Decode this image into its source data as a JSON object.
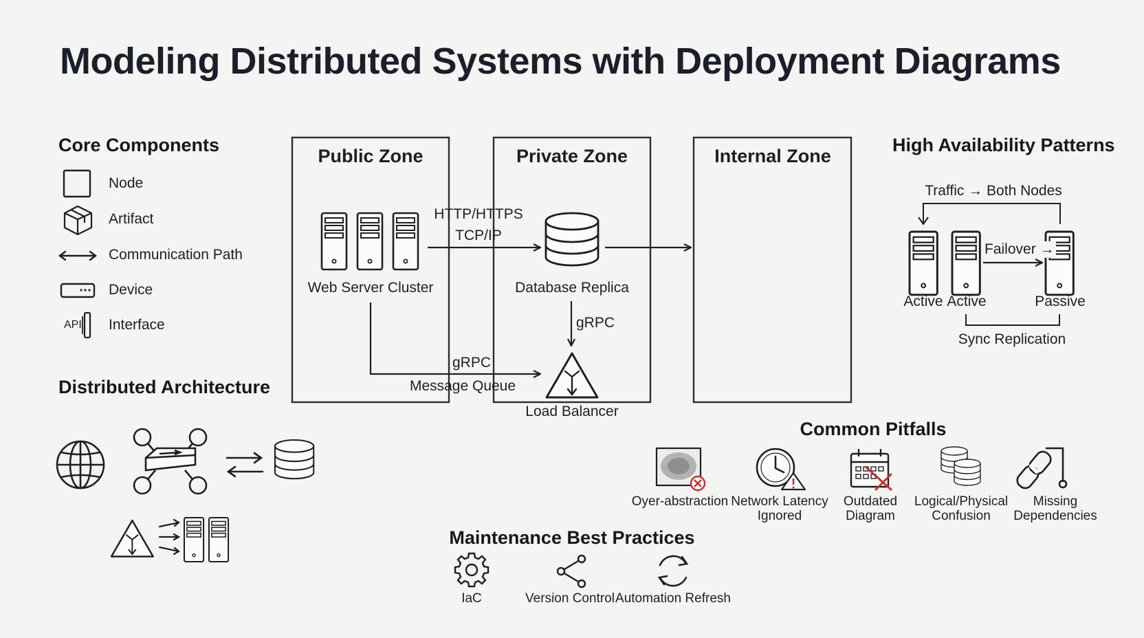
{
  "title": "Modeling Distributed Systems with Deployment Diagrams",
  "core_components": {
    "heading": "Core Components",
    "items": [
      {
        "label": "Node",
        "icon": "node-box-icon"
      },
      {
        "label": "Artifact",
        "icon": "artifact-cube-icon"
      },
      {
        "label": "Communication Path",
        "icon": "double-arrow-icon"
      },
      {
        "label": "Device",
        "icon": "device-icon"
      },
      {
        "label": "Interface",
        "icon": "interface-icon",
        "icon_text": "API"
      }
    ]
  },
  "distributed_architecture": {
    "heading": "Distributed Architecture",
    "icons": [
      "globe-icon",
      "network-switch-icon",
      "exchange-arrows-icon",
      "database-icon",
      "load-balancer-icon",
      "server-pair-icon"
    ]
  },
  "zones": {
    "public": "Public Zone",
    "private": "Private Zone",
    "internal": "Internal Zone"
  },
  "deployment": {
    "web_cluster": "Web Server Cluster",
    "database": "Database Replica",
    "load_balancer": "Load Balancer",
    "http_label": "HTTP/HTTPS",
    "tcp_label": "TCP/IP",
    "grpc_db_lb": "gRPC",
    "grpc_queue": "gRPC",
    "message_queue": "Message Queue"
  },
  "high_availability": {
    "heading": "High Availability Patterns",
    "traffic": "Traffic → Both Nodes",
    "failover": "Failover →",
    "nodes": [
      "Active",
      "Active",
      "Passive"
    ],
    "sync": "Sync Replication"
  },
  "pitfalls": {
    "heading": "Common Pitfalls",
    "items": [
      {
        "label": "Oyer-abstraction",
        "icon": "blurred-box-error-icon"
      },
      {
        "label": "Network Latency\nIgnored",
        "icon": "clock-warning-icon"
      },
      {
        "label": "Outdated\nDiagram",
        "icon": "calendar-cross-icon"
      },
      {
        "label": "Logical/Physical\nConfusion",
        "icon": "stacked-databases-icon"
      },
      {
        "label": "Missing\nDependencies",
        "icon": "broken-link-icon"
      }
    ]
  },
  "maintenance": {
    "heading": "Maintenance Best Practices",
    "items": [
      {
        "label": "IaC",
        "icon": "gear-icon"
      },
      {
        "label": "Version Control",
        "icon": "share-nodes-icon"
      },
      {
        "label": "Automation Refresh",
        "icon": "refresh-icon"
      }
    ]
  },
  "colors": {
    "ink": "#1c1f26",
    "background": "#f4f4f2",
    "alert": "#d12c2c"
  }
}
